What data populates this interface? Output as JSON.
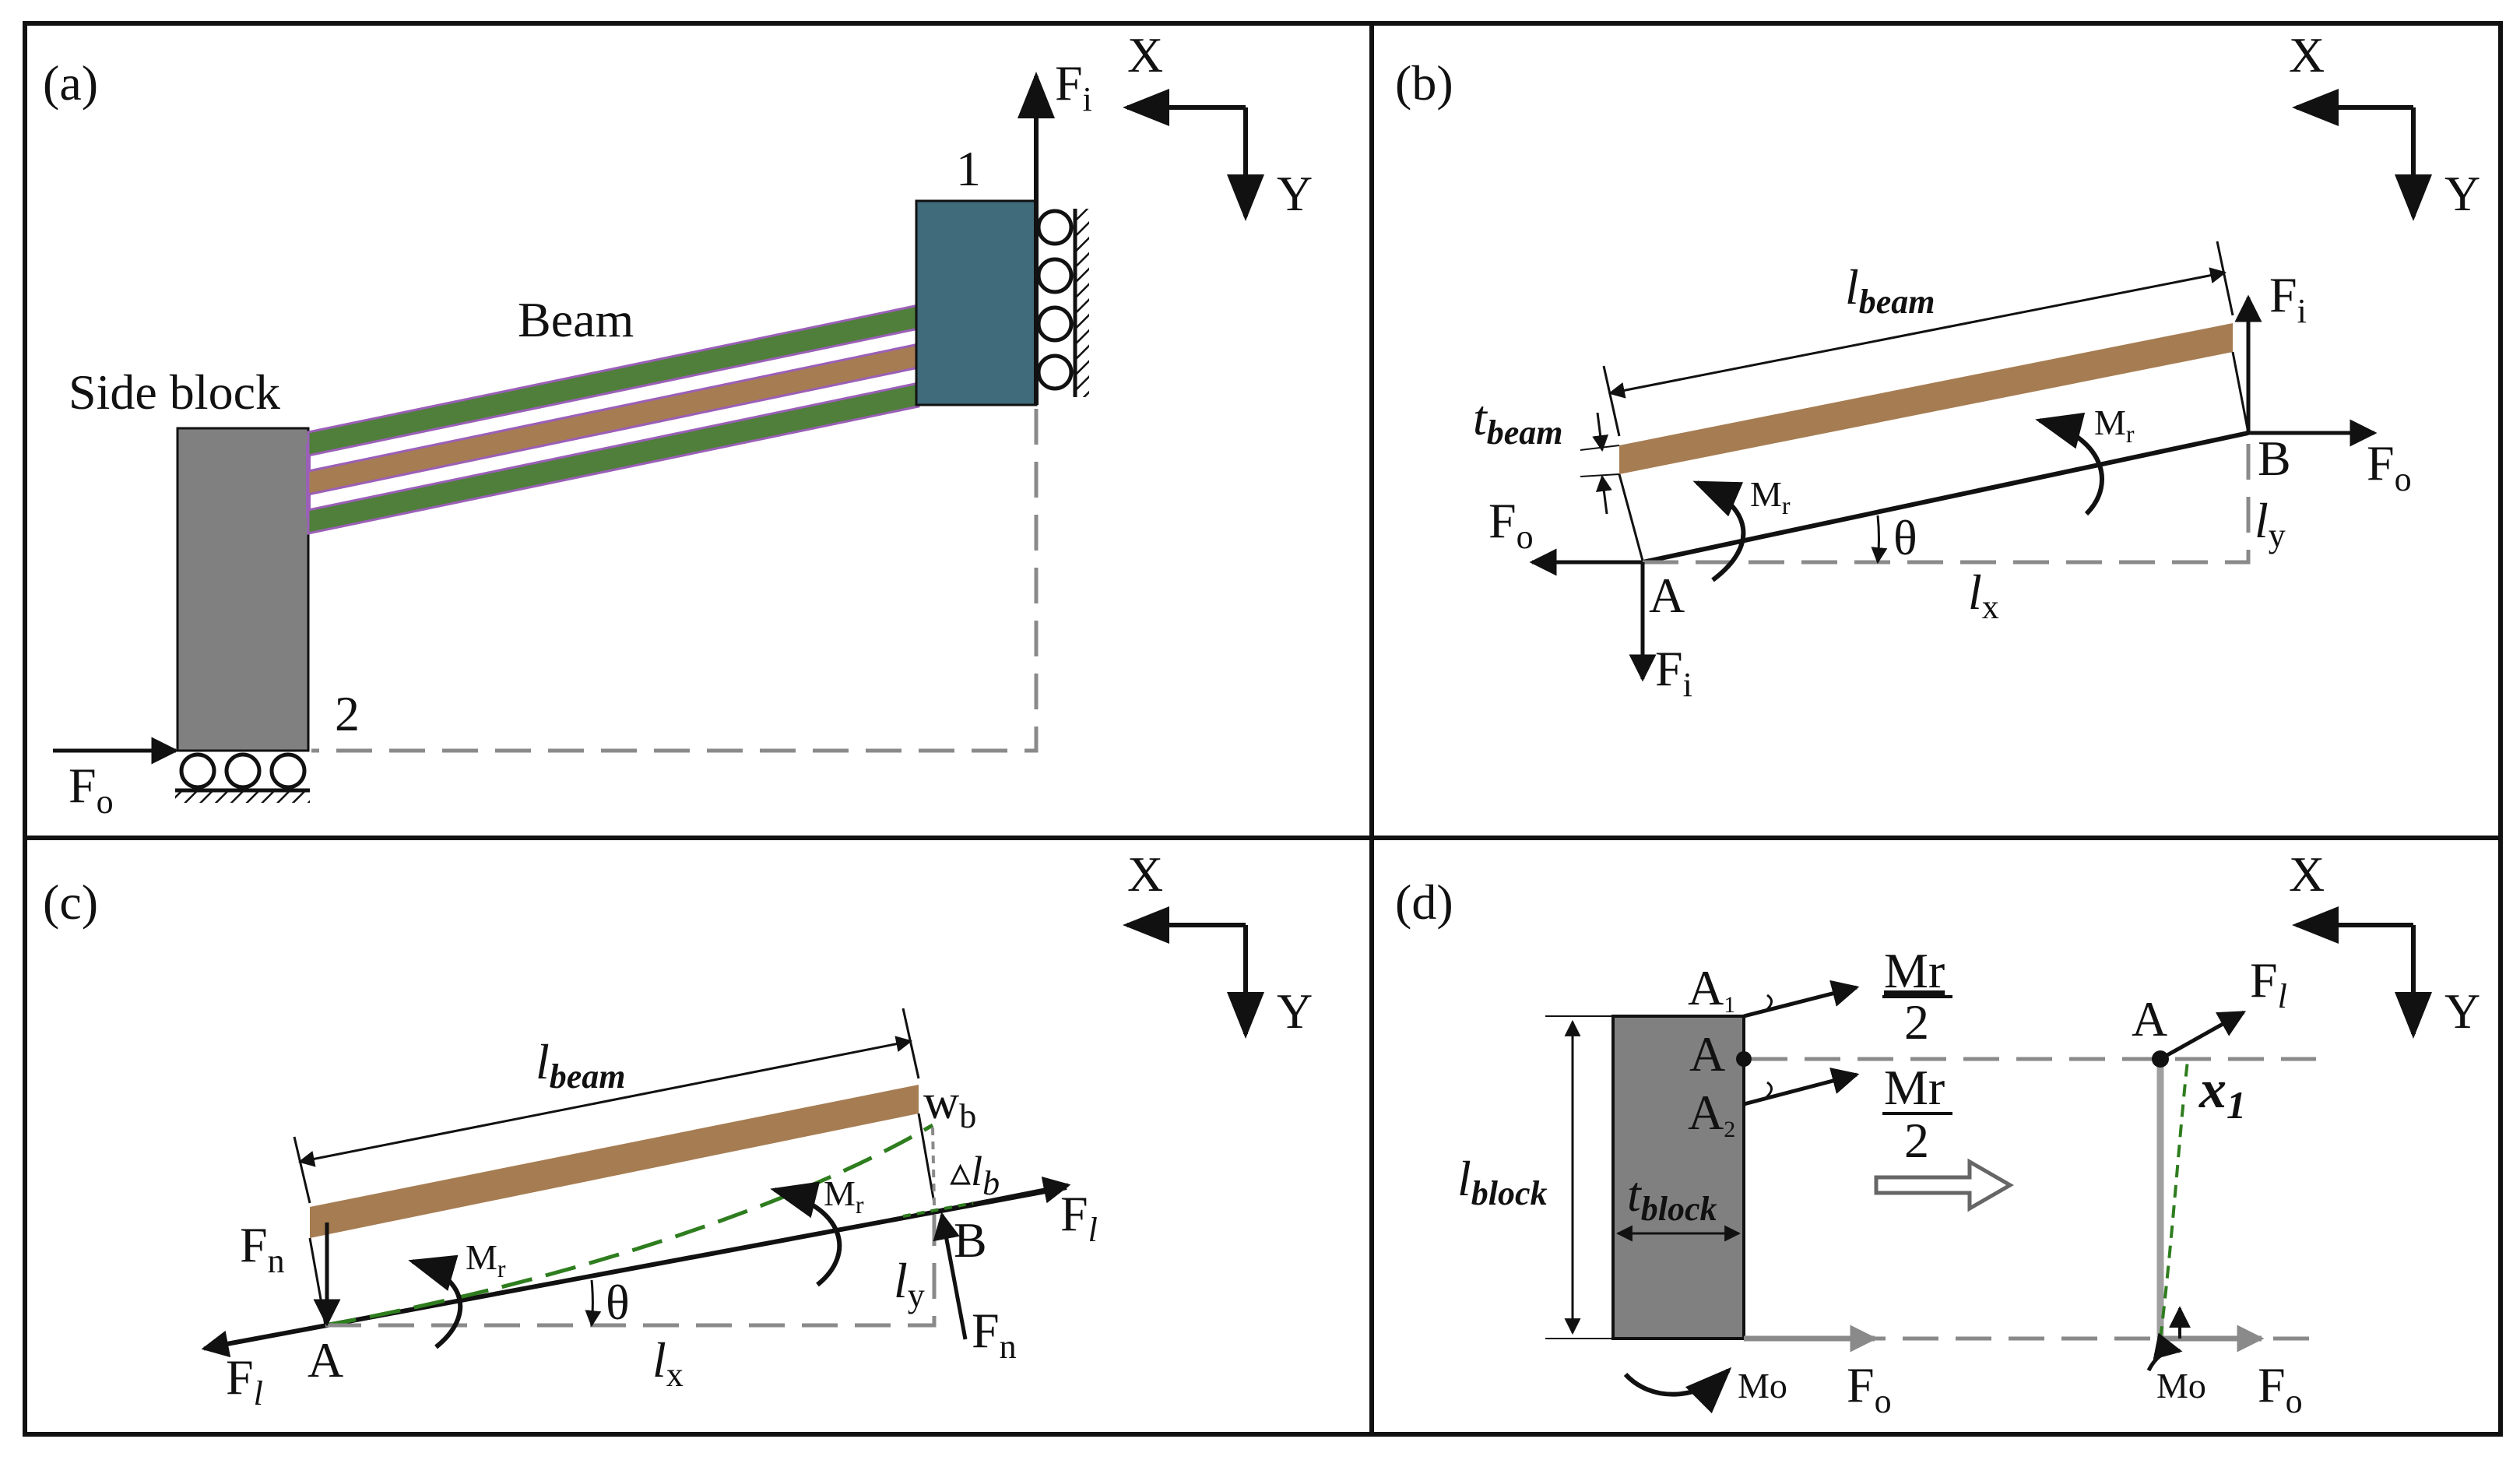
{
  "colors": {
    "beam_tan": "#a67c52",
    "beam_green": "#4f7f3a",
    "block_teal": "#3f6b7a",
    "block_gray": "#808080",
    "dashed_gray": "#8a8a8a",
    "deflection_green": "#2e7d1e",
    "edge_purple": "#9b5fb8",
    "ink": "#111111"
  },
  "panels": {
    "a": {
      "tag": "(a)",
      "beam": "Beam",
      "side_block": "Side block",
      "node1": "1",
      "node2": "2",
      "fi": "F",
      "fi_sub": "i",
      "fo": "F",
      "fo_sub": "o",
      "axis_x": "X",
      "axis_y": "Y"
    },
    "b": {
      "tag": "(b)",
      "l_beam": "l",
      "l_beam_sub": "beam",
      "t_beam": "t",
      "t_beam_sub": "beam",
      "mr_left": "M",
      "mr_left_sub": "r",
      "mr_right": "M",
      "mr_right_sub": "r",
      "fi_top": "F",
      "fi_top_sub": "i",
      "fi_bottom": "F",
      "fi_bottom_sub": "i",
      "fo_left": "F",
      "fo_left_sub": "o",
      "fo_right": "F",
      "fo_right_sub": "o",
      "point_a": "A",
      "point_b": "B",
      "theta": "θ",
      "lx": "l",
      "lx_sub": "x",
      "ly": "l",
      "ly_sub": "y",
      "axis_x": "X",
      "axis_y": "Y"
    },
    "c": {
      "tag": "(c)",
      "l_beam": "l",
      "l_beam_sub": "beam",
      "wb": "w",
      "wb_sub": "b",
      "dlb": "▵l",
      "dlb_sub": "b",
      "mr_left": "M",
      "mr_left_sub": "r",
      "mr_right": "M",
      "mr_right_sub": "r",
      "fn_left": "F",
      "fn_left_sub": "n",
      "fn_right": "F",
      "fn_right_sub": "n",
      "fl_left": "F",
      "fl_left_sub": "l",
      "fl_right": "F",
      "fl_right_sub": "l",
      "point_a": "A",
      "point_b": "B",
      "theta": "θ",
      "lx": "l",
      "lx_sub": "x",
      "ly": "l",
      "ly_sub": "y",
      "axis_x": "X",
      "axis_y": "Y"
    },
    "d": {
      "tag": "(d)",
      "a1": "A",
      "a1_sub": "1",
      "a": "A",
      "a2": "A",
      "a2_sub": "2",
      "mr_num_top": "Mr",
      "den_top": "2",
      "mr_num_bottom": "Mr",
      "den_bottom": "2",
      "l_block": "l",
      "l_block_sub": "block",
      "t_block": "t",
      "t_block_sub": "block",
      "mo_left": "Mo",
      "fo_left": "F",
      "fo_left_sub": "o",
      "point_a_right": "A",
      "fl": "F",
      "fl_sub": "l",
      "x1": "x",
      "x1_sub": "1",
      "mo_right": "Mo",
      "fo_right": "F",
      "fo_right_sub": "o",
      "axis_x": "X",
      "axis_y": "Y"
    }
  }
}
